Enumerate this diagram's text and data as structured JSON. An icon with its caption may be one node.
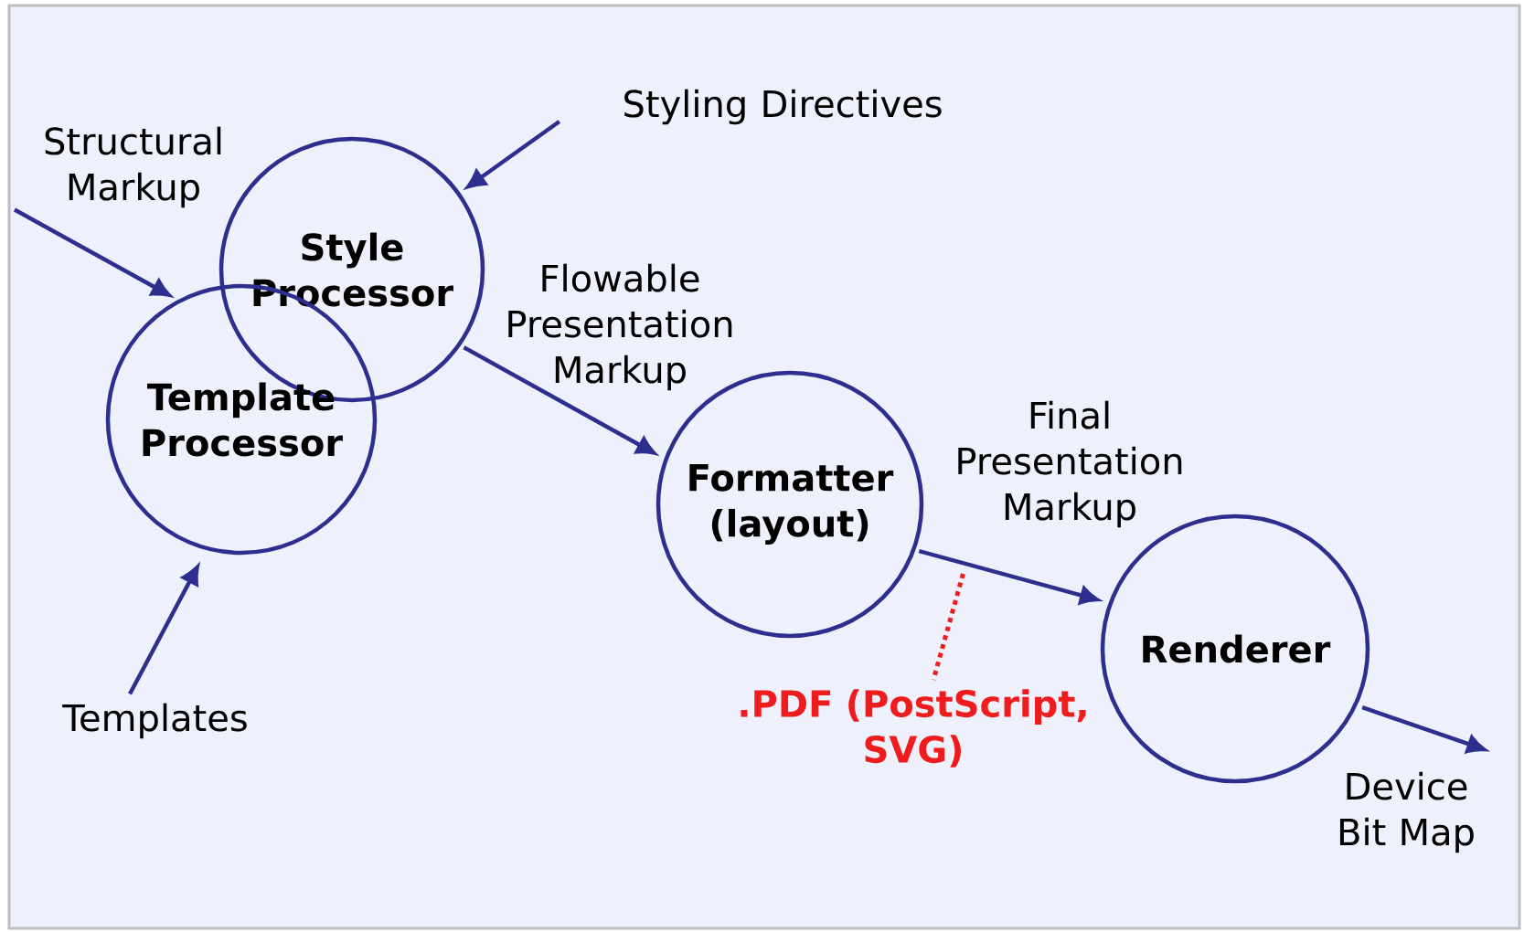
{
  "diagram": {
    "nodes": [
      {
        "text": [
          "Style Processor"
        ]
      },
      {
        "text": [
          "Template Processor"
        ]
      },
      {
        "text": [
          "Formatter (layout)"
        ]
      },
      {
        "text": [
          "Renderer"
        ]
      },
      {
        "text": [
          "Styling Directives"
        ]
      },
      {
        "text": [
          "Structural Markup"
        ]
      },
      {
        "text": [
          "Templates"
        ]
      },
      {
        "text": [
          "Device Bit Map"
        ]
      },
      {
        "text": [
          ".PDF (PostScript, SVG)"
        ]
      }
    ],
    "edges": [
      {
        "from": 4,
        "to": 0,
        "arrow": "to"
      },
      {
        "from": 5,
        "to": 1,
        "arrow": "to"
      },
      {
        "from": 6,
        "to": 1,
        "arrow": "to"
      },
      {
        "from": 0,
        "to": 2,
        "arrow": "to",
        "label": "Flowable Presentation Markup"
      },
      {
        "from": 2,
        "to": 3,
        "arrow": "to",
        "label": "Final Presentation Markup"
      },
      {
        "from": 3,
        "to": 7,
        "arrow": "to"
      },
      {
        "from": 2,
        "to": 8,
        "arrow": "none",
        "style": "dashed",
        "color": "#ee1c1c"
      }
    ]
  }
}
